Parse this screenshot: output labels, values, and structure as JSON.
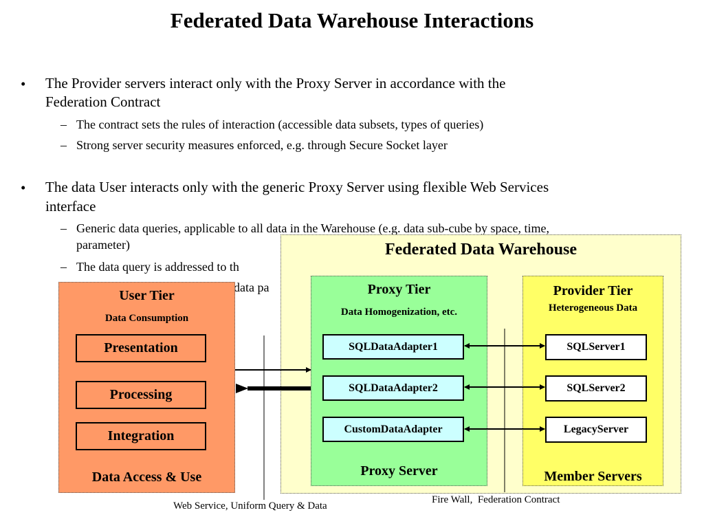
{
  "title": "Federated Data Warehouse Interactions",
  "bullets": [
    {
      "text": "The Provider servers interact only with the Proxy Server in accordance with the",
      "text2": "Federation Contract",
      "sub": [
        "The contract sets the rules of interaction (accessible data subsets, types of queries)",
        "Strong server security measures enforced, e.g. through Secure Socket layer"
      ]
    },
    {
      "text": "The data User interacts only with the generic Proxy Server using flexible Web Services",
      "text2": "interface",
      "sub": [
        "Generic data queries, applicable to all data in the Warehouse (e.g. data sub-cube by space, time,",
        "parameter)",
        "The data query is addressed to th",
        "data pa"
      ]
    }
  ],
  "bullet_symbol": "•",
  "dash_symbol": "–",
  "diagram": {
    "federated_title": "Federated Data Warehouse",
    "user_tier": {
      "title": "User Tier",
      "subtitle": "Data Consumption",
      "items": [
        "Presentation",
        "Processing",
        "Integration"
      ],
      "footer": "Data Access & Use"
    },
    "proxy_tier": {
      "title": "Proxy Tier",
      "subtitle": "Data Homogenization, etc.",
      "items": [
        "SQLDataAdapter1",
        "SQLDataAdapter2",
        "CustomDataAdapter"
      ],
      "footer": "Proxy Server"
    },
    "provider_tier": {
      "title": "Provider Tier",
      "subtitle": "Heterogeneous Data",
      "items": [
        "SQLServer1",
        "SQLServer2",
        "LegacyServer"
      ],
      "footer": "Member Servers"
    },
    "web_service_label": "Web Service, Uniform Query & Data",
    "firewall_label": "Fire Wall,  Federation Contract"
  },
  "colors": {
    "federated_bg": "#ffffcc",
    "user_bg": "#ff9966",
    "proxy_bg": "#99ff99",
    "provider_bg": "#ffff66",
    "adapter_bg": "#ccffff"
  }
}
